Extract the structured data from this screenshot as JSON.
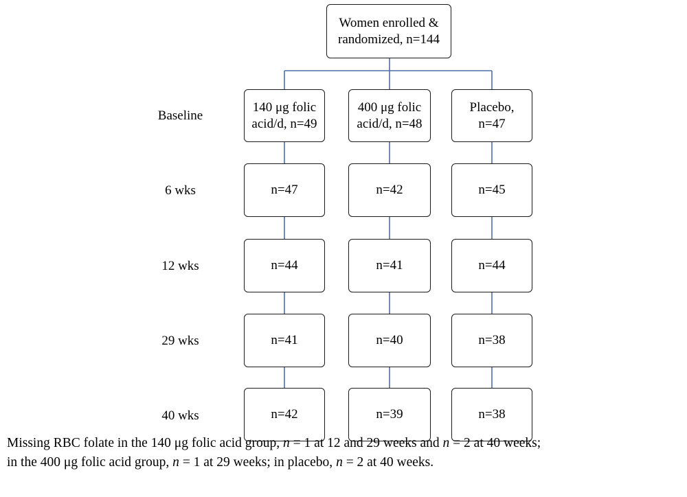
{
  "root": {
    "line1": "Women enrolled &",
    "line2": "randomized, n=144"
  },
  "rows": [
    {
      "label": "Baseline"
    },
    {
      "label": "6 wks"
    },
    {
      "label": "12 wks"
    },
    {
      "label": "29 wks"
    },
    {
      "label": "40 wks"
    }
  ],
  "groups": [
    {
      "line1": "140 μg folic",
      "line2": "acid/d, n=49",
      "counts": [
        "n=47",
        "n=44",
        "n=41",
        "n=42"
      ]
    },
    {
      "line1": "400 μg folic",
      "line2": "acid/d, n=48",
      "counts": [
        "n=42",
        "n=41",
        "n=40",
        "n=39"
      ]
    },
    {
      "line1": "Placebo,",
      "line2": "n=47",
      "counts": [
        "n=45",
        "n=44",
        "n=38",
        "n=38"
      ]
    }
  ],
  "caption": {
    "l1a": "Missing RBC folate in the 140 μg folic acid group, ",
    "n": "n",
    "l1b": " = 1 at 12 and 29 weeks and ",
    "l1c": " = 2 at 40 weeks;",
    "l2a": "in the 400 μg folic acid group, ",
    "l2b": " = 1 at 29 weeks; in placebo, ",
    "l2c": " = 2 at 40 weeks."
  }
}
